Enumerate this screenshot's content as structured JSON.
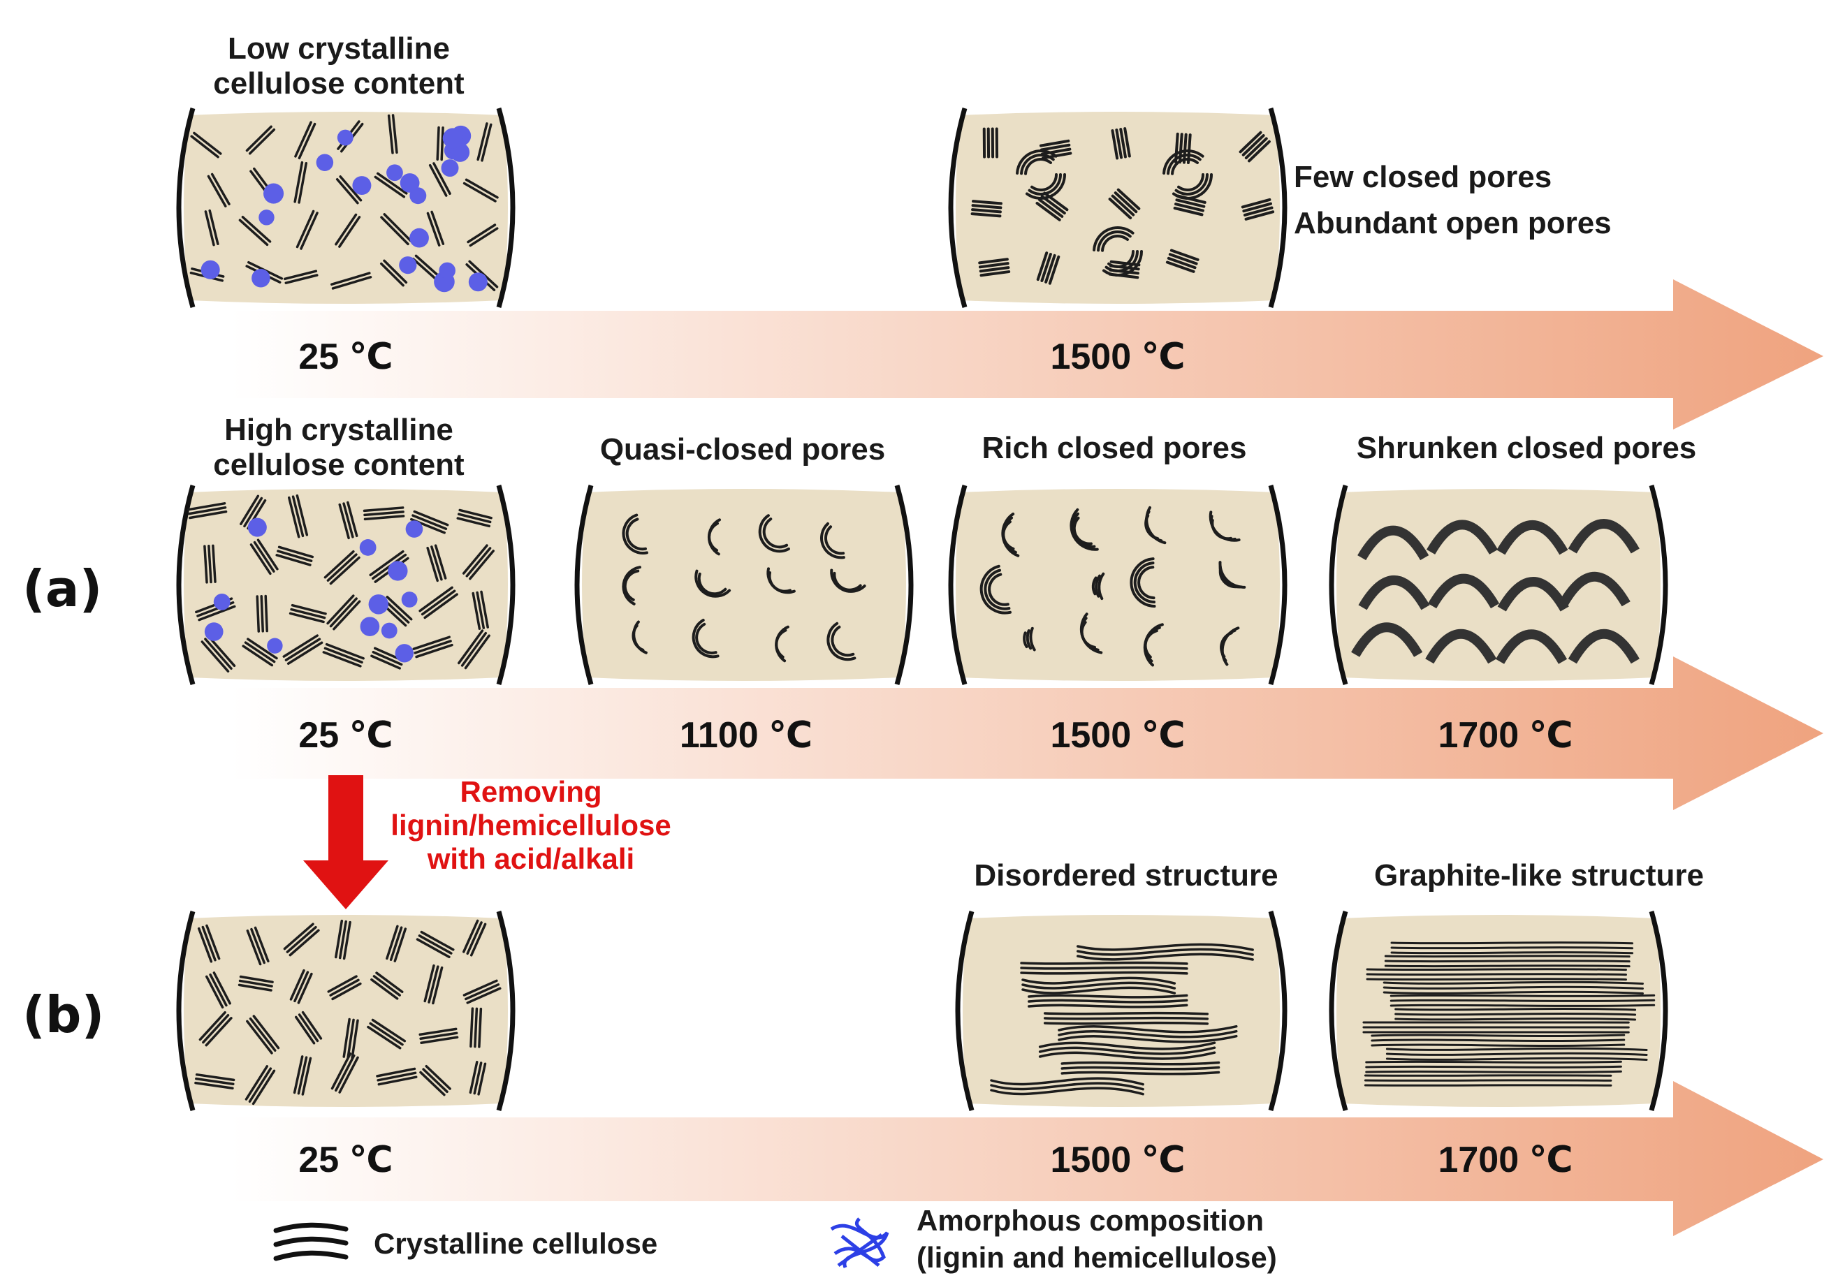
{
  "colors": {
    "arrow_start": "#ffffff",
    "arrow_end": "#efa37f",
    "sample_fill": "#eadfc6",
    "sample_border": "#111111",
    "amorphous": "#5c5fe6",
    "removal_arrow": "#e01212"
  },
  "top": {
    "label": [
      "Low crystalline",
      "cellulose content"
    ],
    "open_pores": [
      "Few closed pores",
      "Abundant open pores"
    ],
    "temps": [
      "25 ℃",
      "1500 ℃"
    ]
  },
  "panel_a": {
    "label": "(a)",
    "sample_label": [
      "High crystalline",
      "cellulose content"
    ],
    "stage_labels": [
      "Quasi-closed pores",
      "Rich closed pores",
      "Shrunken closed pores"
    ],
    "temps": [
      "25 ℃",
      "1100 ℃",
      "1500 ℃",
      "1700 ℃"
    ]
  },
  "removal": [
    "Removing",
    "lignin/hemicellulose",
    "with acid/alkali"
  ],
  "panel_b": {
    "label": "(b)",
    "stage_labels": [
      "Disordered structure",
      "Graphite-like structure"
    ],
    "temps": [
      "25 ℃",
      "1500 ℃",
      "1700 ℃"
    ]
  },
  "legend": {
    "crystalline": "Crystalline cellulose",
    "amorphous": [
      "Amorphous composition",
      "(lignin and hemicellulose)"
    ],
    "crystalline_icon": "triple-line-fiber-icon",
    "amorphous_icon": "blue-tangle-icon"
  }
}
